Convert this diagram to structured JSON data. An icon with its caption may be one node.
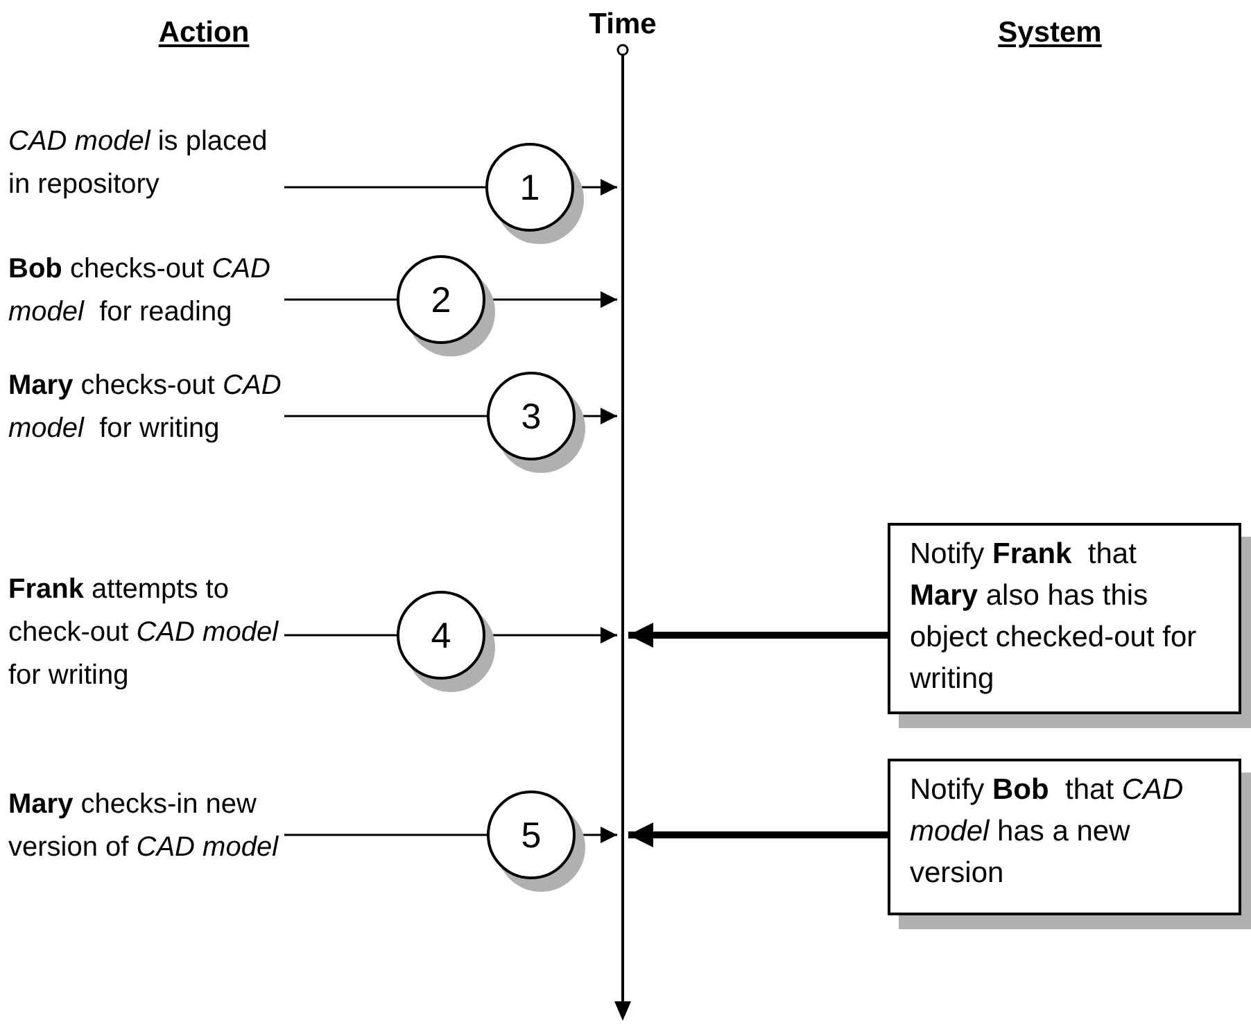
{
  "diagram": {
    "nodes": [
      {
        "text": [
          "Time"
        ]
      },
      {
        "text": [
          "*CAD model* is placed in repository"
        ]
      },
      {
        "text": [
          "1"
        ]
      },
      {
        "text": [
          "**Bob** checks-out *CAD model*  for reading"
        ]
      },
      {
        "text": [
          "2"
        ]
      },
      {
        "text": [
          "**Mary** checks-out *CAD model*  for writing"
        ]
      },
      {
        "text": [
          "3"
        ]
      },
      {
        "text": [
          "**Frank** attempts to check-out *CAD model*  for writing"
        ]
      },
      {
        "text": [
          "4"
        ]
      },
      {
        "text": [
          "Notify **Frank**  that **Mary** also has this object checked-out for writing"
        ]
      },
      {
        "text": [
          "**Mary** checks-in new version of *CAD model*"
        ]
      },
      {
        "text": [
          "5"
        ]
      },
      {
        "text": [
          "Notify **Bob**  that *CAD model* has a new version"
        ]
      }
    ],
    "edges": [
      {
        "from": 1,
        "to": 2,
        "arrow": "none"
      },
      {
        "from": 2,
        "to": 0,
        "arrow": "to"
      },
      {
        "from": 3,
        "to": 4,
        "arrow": "none"
      },
      {
        "from": 4,
        "to": 0,
        "arrow": "to"
      },
      {
        "from": 5,
        "to": 6,
        "arrow": "none"
      },
      {
        "from": 6,
        "to": 0,
        "arrow": "to"
      },
      {
        "from": 7,
        "to": 8,
        "arrow": "none"
      },
      {
        "from": 8,
        "to": 0,
        "arrow": "to"
      },
      {
        "from": 9,
        "to": 0,
        "arrow": "to",
        "style": "thick"
      },
      {
        "from": 10,
        "to": 11,
        "arrow": "none"
      },
      {
        "from": 11,
        "to": 0,
        "arrow": "to"
      },
      {
        "from": 12,
        "to": 0,
        "arrow": "to",
        "style": "thick"
      }
    ],
    "labels": [
      "Action",
      "System"
    ]
  }
}
